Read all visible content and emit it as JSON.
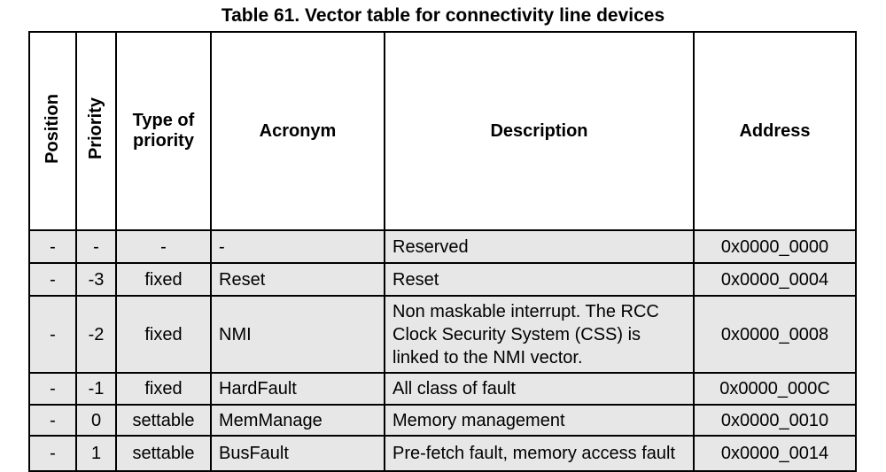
{
  "title": "Table 61. Vector table for connectivity line devices",
  "colors": {
    "row_background": "#e7e7e7",
    "header_background": "#ffffff",
    "border": "#000000",
    "text": "#000000"
  },
  "table": {
    "columns": [
      {
        "label": "Position",
        "vertical": true
      },
      {
        "label": "Priority",
        "vertical": true
      },
      {
        "label": "Type of priority",
        "vertical": false
      },
      {
        "label": "Acronym",
        "vertical": false
      },
      {
        "label": "Description",
        "vertical": false
      },
      {
        "label": "Address",
        "vertical": false
      }
    ],
    "rows": [
      [
        "-",
        "-",
        "-",
        "-",
        "Reserved",
        "0x0000_0000"
      ],
      [
        "-",
        "-3",
        "fixed",
        "Reset",
        "Reset",
        "0x0000_0004"
      ],
      [
        "-",
        "-2",
        "fixed",
        "NMI",
        "Non maskable interrupt. The RCC\nClock Security System (CSS) is\nlinked to the NMI vector.",
        "0x0000_0008"
      ],
      [
        "-",
        "-1",
        "fixed",
        "HardFault",
        "All class of fault",
        "0x0000_000C"
      ],
      [
        "-",
        "0",
        "settable",
        "MemManage",
        "Memory management",
        "0x0000_0010"
      ],
      [
        "-",
        "1",
        "settable",
        "BusFault",
        "Pre-fetch fault, memory access fault",
        "0x0000_0014"
      ]
    ]
  }
}
